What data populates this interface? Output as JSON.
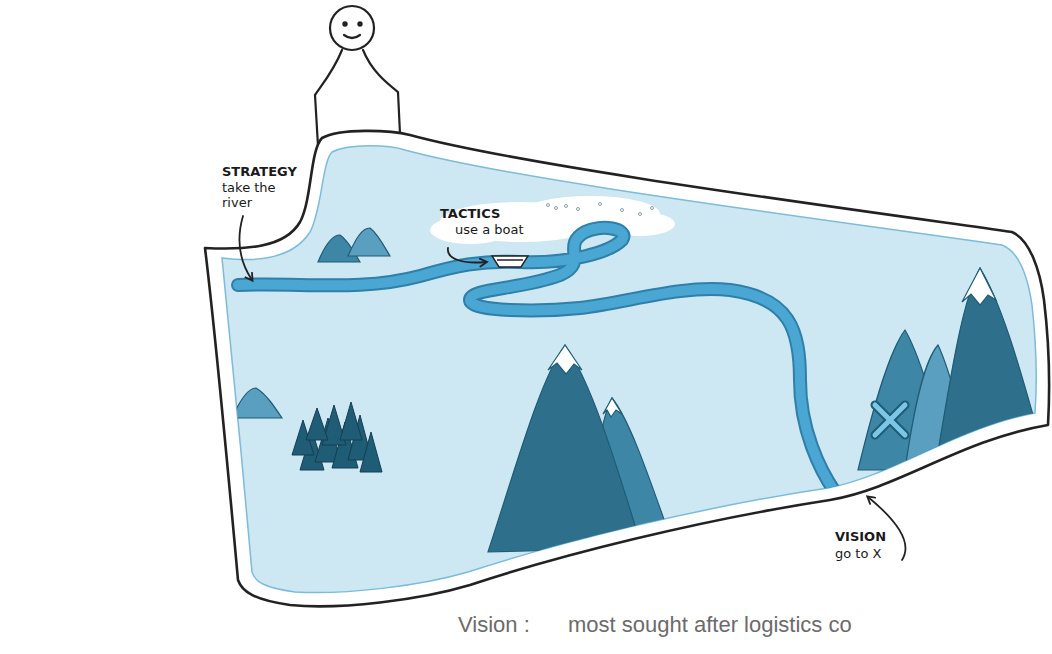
{
  "diagram": {
    "labels": [
      "STRATEGY",
      "take the river",
      "TACTICS",
      "use a boat",
      "VISION",
      "go to X",
      "Vision :",
      "most sought after logistics co"
    ]
  }
}
